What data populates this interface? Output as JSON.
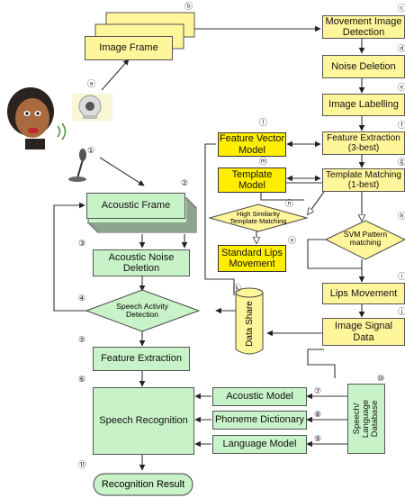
{
  "nodes": {
    "image_frame": "Image Frame",
    "movement_image_detection": "Movement Image Detection",
    "noise_deletion": "Noise Deletion",
    "image_labelling": "Image Labelling",
    "feature_extraction_3best": "Feature Extraction (3-best)",
    "template_matching_1best": "Template Matching (1-best)",
    "svm_pattern_matching": "SVM Pattern matching",
    "lips_movement": "Lips Movement",
    "image_signal_data": "Image Signal Data",
    "feature_vector_model": "Feature Vector Model",
    "template_model": "Template Model",
    "high_similarity": "High Similarity Template Matching",
    "standard_lips_movement": "Standard Lips Movement",
    "data_share": "Data Share",
    "acoustic_frame": "Acoustic Frame",
    "acoustic_noise_deletion": "Acoustic Noise Deletion",
    "speech_activity_detection": "Speech Activity Detection",
    "feature_extraction": "Feature Extraction",
    "speech_recognition": "Speech Recognition",
    "acoustic_model": "Acoustic Model",
    "phoneme_dictionary": "Phoneme Dictionary",
    "language_model": "Language Model",
    "speech_language_database": "Speech/ Language Database",
    "recognition_result": "Recognition Result"
  },
  "markers": {
    "a": "ⓐ",
    "b": "ⓑ",
    "c": "ⓒ",
    "d": "ⓓ",
    "e": "ⓔ",
    "f": "ⓕ",
    "g": "ⓖ",
    "h": "ⓗ",
    "i": "ⓘ",
    "j": "ⓙ",
    "k": "ⓚ",
    "l": "ⓛ",
    "m": "ⓜ",
    "n": "ⓝ",
    "o": "ⓞ",
    "n1": "①",
    "n2": "②",
    "n3": "③",
    "n4": "④",
    "n5": "⑤",
    "n6": "⑥",
    "n7": "⑦",
    "n8": "⑧",
    "n9": "⑨",
    "n10": "⑩",
    "n11": "⑪"
  },
  "icons": {
    "speaker_face": "face-icon",
    "webcam": "webcam-icon",
    "microphone": "microphone-icon"
  },
  "colors": {
    "image_box_fill": "#fff59a",
    "model_box_fill": "#ffee00",
    "acoustic_box_fill": "#c8f2c8",
    "line": "#333333"
  }
}
